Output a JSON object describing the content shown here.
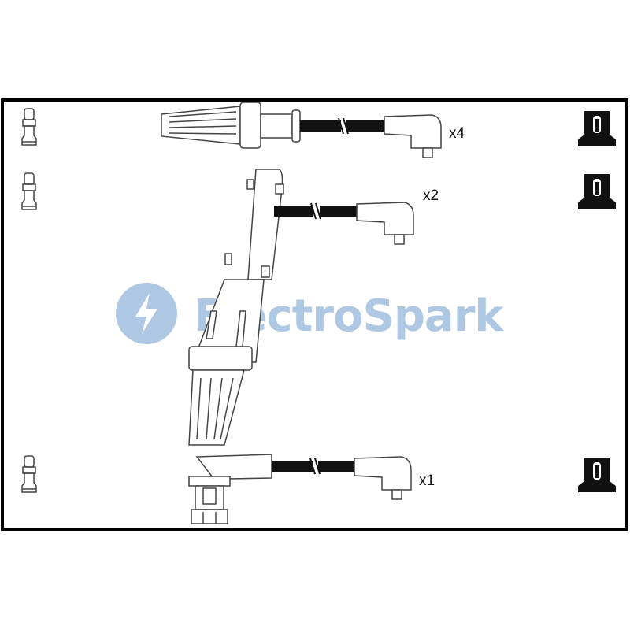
{
  "watermark": {
    "brand": "ElectroSpark",
    "icon": "lightning-bolt-icon",
    "color": "#7aa3cf"
  },
  "leads": [
    {
      "id": "lead-1",
      "quantity_label": "x4"
    },
    {
      "id": "lead-2",
      "quantity_label": "x2"
    },
    {
      "id": "lead-3",
      "quantity_label": "x1"
    }
  ],
  "colors": {
    "frame": "#000000",
    "cable": "#111111",
    "outline": "#444444",
    "cap": "#111111"
  }
}
